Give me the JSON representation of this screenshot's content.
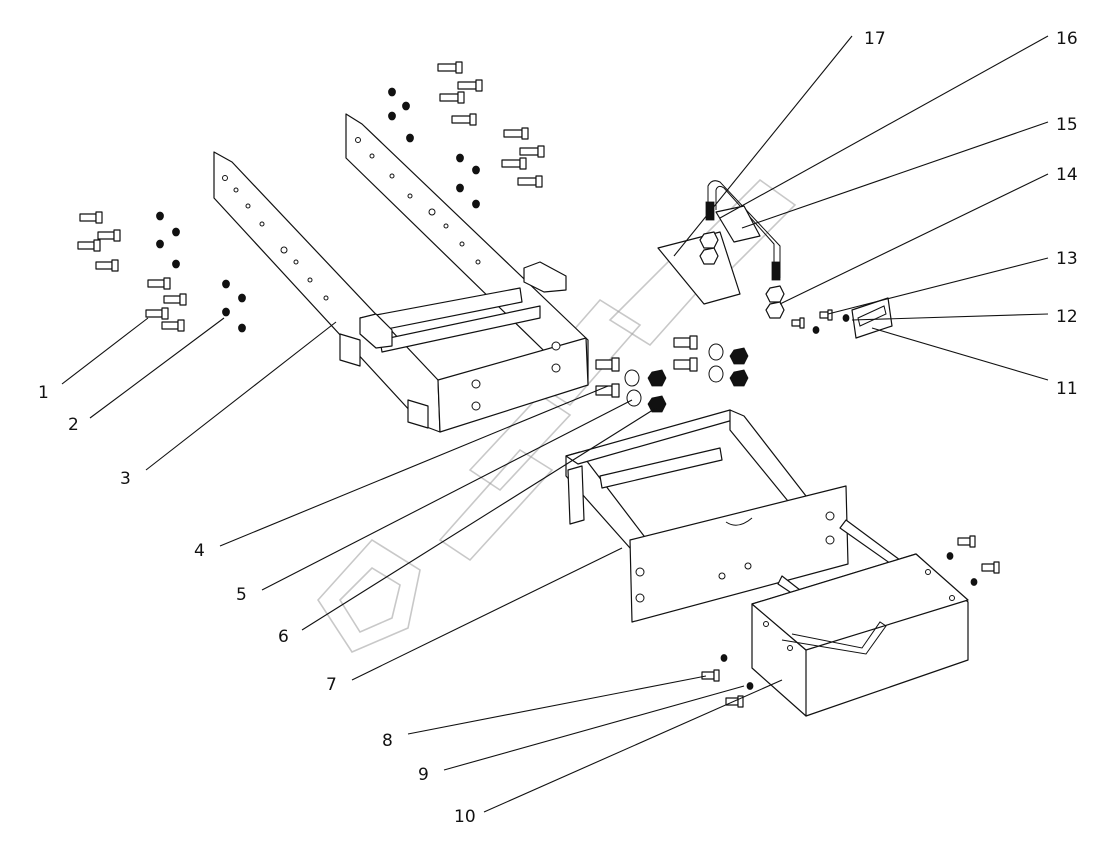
{
  "drawing": {
    "corner_mark": "",
    "watermark_text": "ЗУБОЙ",
    "callouts": [
      {
        "id": "1",
        "label": "1"
      },
      {
        "id": "2",
        "label": "2"
      },
      {
        "id": "3",
        "label": "3"
      },
      {
        "id": "4",
        "label": "4"
      },
      {
        "id": "5",
        "label": "5"
      },
      {
        "id": "6",
        "label": "6"
      },
      {
        "id": "7",
        "label": "7"
      },
      {
        "id": "8",
        "label": "8"
      },
      {
        "id": "9",
        "label": "9"
      },
      {
        "id": "10",
        "label": "10"
      },
      {
        "id": "11",
        "label": "11"
      },
      {
        "id": "12",
        "label": "12"
      },
      {
        "id": "13",
        "label": "13"
      },
      {
        "id": "14",
        "label": "14"
      },
      {
        "id": "15",
        "label": "15"
      },
      {
        "id": "16",
        "label": "16"
      },
      {
        "id": "17",
        "label": "17"
      }
    ]
  }
}
